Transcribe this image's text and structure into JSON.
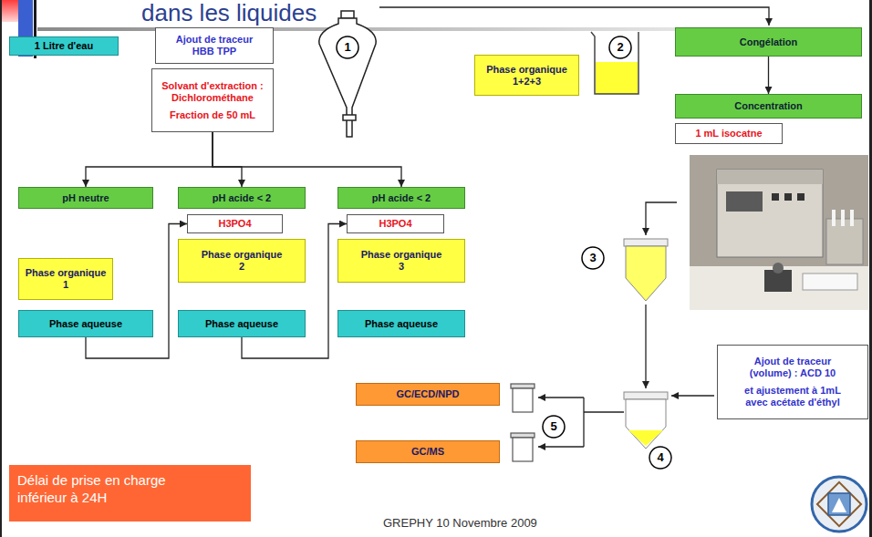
{
  "diagram": {
    "title": "dans les liquides",
    "nodes": [
      {
        "text": [
          "1 Litre d'eau"
        ]
      },
      {
        "text": [
          "Ajout de traceur HBB TPP"
        ]
      },
      {
        "text": [
          "Solvant d'extraction : Dichlorométhane",
          "Fraction de 50 mL"
        ]
      },
      {
        "text": [
          "pH neutre"
        ]
      },
      {
        "text": [
          "pH acide < 2"
        ]
      },
      {
        "text": [
          "pH acide < 2"
        ]
      },
      {
        "text": [
          "H3PO4"
        ]
      },
      {
        "text": [
          "H3PO4"
        ]
      },
      {
        "text": [
          "Phase organique 1"
        ]
      },
      {
        "text": [
          "Phase aqueuse"
        ]
      },
      {
        "text": [
          "Phase organique 2"
        ]
      },
      {
        "text": [
          "Phase aqueuse"
        ]
      },
      {
        "text": [
          "Phase organique 3"
        ]
      },
      {
        "text": [
          "Phase aqueuse"
        ]
      },
      {
        "text": [
          "Phase organique 1+2+3"
        ]
      },
      {
        "text": [
          "Congélation"
        ]
      },
      {
        "text": [
          "Concentration"
        ]
      },
      {
        "text": [
          "1 mL isocatne"
        ]
      },
      {
        "text": [
          "Ajout de traceur (volume) : ACD 10",
          "et ajustement à 1mL avec acétate d'éthyl"
        ]
      },
      {
        "text": [
          "GC/ECD/NPD"
        ]
      },
      {
        "text": [
          "GC/MS"
        ]
      },
      {
        "text": [
          "Délai de prise en charge inférieur à 24H"
        ]
      }
    ],
    "edges": [
      {
        "from": 2,
        "to": 3,
        "arrow": "to"
      },
      {
        "from": 2,
        "to": 4,
        "arrow": "to"
      },
      {
        "from": 2,
        "to": 5,
        "arrow": "to"
      },
      {
        "from": 9,
        "to": 6,
        "arrow": "to"
      },
      {
        "from": 11,
        "to": 7,
        "arrow": "to"
      },
      {
        "from": 15,
        "to": 16,
        "arrow": "to"
      }
    ],
    "labels": [
      "1",
      "2",
      "3",
      "4",
      "5",
      "GREPHY 10 Novembre 2009"
    ]
  }
}
